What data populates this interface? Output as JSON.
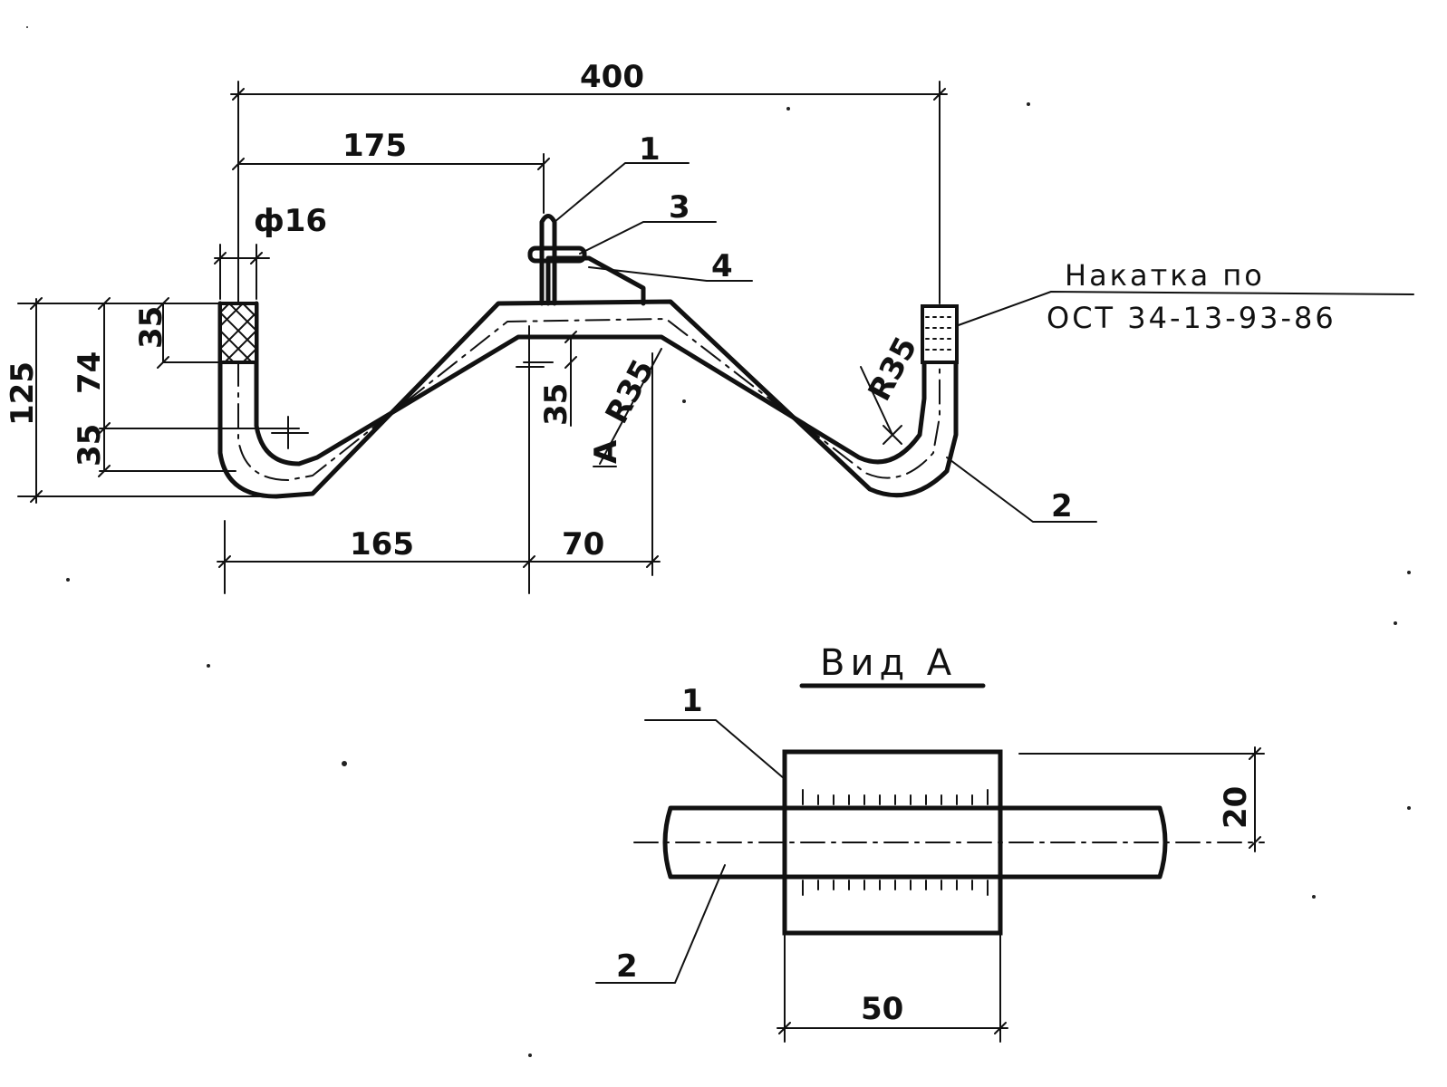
{
  "dimensions": {
    "overall_length": "400",
    "to_clamp": "175",
    "pipe_diameter": "ф16",
    "left_leg_length": "165",
    "clamp_offset": "70",
    "total_height": "125",
    "height_74": "74",
    "knurl_height": "35",
    "bottom_bend": "35",
    "clamp_height": "35",
    "bend_radius_1": "R35",
    "bend_radius_2": "R35",
    "section_marker": "A",
    "view_height": "20",
    "view_width": "50"
  },
  "positions": {
    "clamp": "1",
    "pipe": "2",
    "nut": "3",
    "bolt": "4"
  },
  "note": {
    "line1": "Накатка по",
    "line2": "ОСТ 34-13-93-86"
  },
  "view": {
    "title": "Вид А",
    "label_clamp": "1",
    "label_pipe": "2"
  }
}
